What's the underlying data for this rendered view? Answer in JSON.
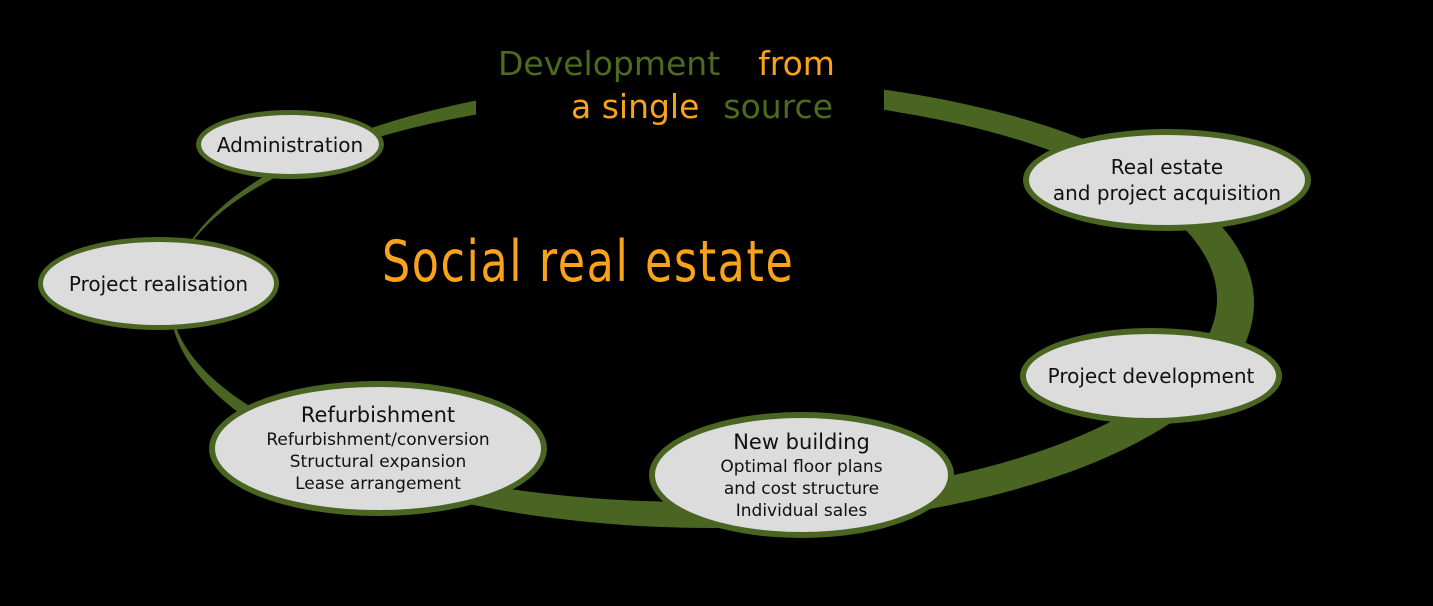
{
  "header": {
    "word_development": "Development",
    "word_from": "from",
    "word_a_single": "a single",
    "word_source": "source"
  },
  "center_title": "Social real estate",
  "nodes": {
    "administration": {
      "title": "Administration"
    },
    "real_estate_acquisition": {
      "line1": "Real estate",
      "line2": "and project acquisition"
    },
    "project_realisation": {
      "title": "Project realisation"
    },
    "refurbishment": {
      "title": "Refurbishment",
      "sub1": "Refurbishment/conversion",
      "sub2": "Structural expansion",
      "sub3": "Lease arrangement"
    },
    "new_building": {
      "title": "New building",
      "sub1": "Optimal floor plans",
      "sub2": "and cost structure",
      "sub3": "Individual sales"
    },
    "project_development": {
      "title": "Project development"
    }
  },
  "colors": {
    "orange_accent": "#F9A21B",
    "green_accent": "#4C6B1F",
    "ring_green": "#4A6522",
    "node_fill": "#DCDCDC",
    "node_border": "#4A6522",
    "node_text": "#111111",
    "background": "#000000"
  }
}
